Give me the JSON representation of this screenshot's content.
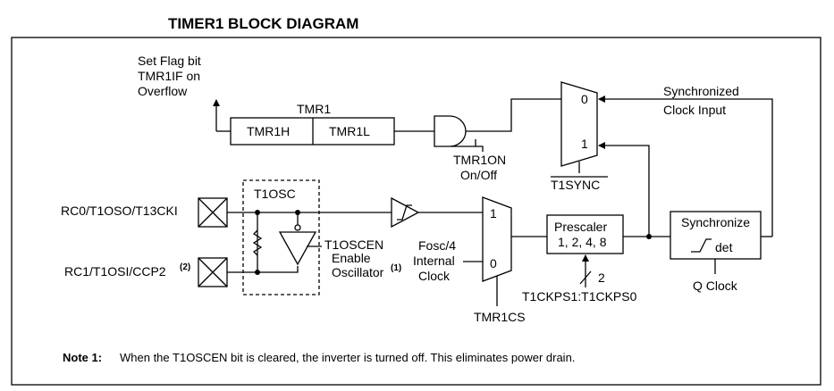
{
  "title": "TIMER1 BLOCK DIAGRAM",
  "flag": {
    "line1": "Set Flag bit",
    "line2": "TMR1IF on",
    "line3": "Overflow"
  },
  "tmr1": {
    "label": "TMR1",
    "high": "TMR1H",
    "low": "TMR1L"
  },
  "tmr1on": {
    "line1": "TMR1ON",
    "line2": "On/Off"
  },
  "sync_mux": {
    "in0": "0",
    "in1": "1",
    "select": "T1SYNC"
  },
  "sync_input": {
    "line1": "Synchronized",
    "line2": "Clock Input"
  },
  "pins": {
    "rc0": "RC0/T1OSO/T13CKI",
    "rc1": "RC1/T1OSI/CCP2",
    "rc1_note": "(2)"
  },
  "oscillator": {
    "label": "T1OSC",
    "enable1": "T1OSCEN",
    "enable2": "Enable",
    "enable3": "Oscillator",
    "enable_note": "(1)"
  },
  "clock_mux": {
    "in1": "1",
    "in0": "0",
    "fosc1": "Fosc/4",
    "fosc2": "Internal",
    "fosc3": "Clock",
    "select": "TMR1CS"
  },
  "prescaler": {
    "line1": "Prescaler",
    "line2": "1, 2, 4, 8",
    "bits": "2",
    "select": "T1CKPS1:T1CKPS0"
  },
  "synchronize": {
    "label": "Synchronize",
    "det": "det",
    "clock": "Q Clock"
  },
  "footnote": {
    "label": "Note 1:",
    "text": "When the T1OSCEN bit is cleared, the inverter is turned off. This eliminates power drain."
  }
}
